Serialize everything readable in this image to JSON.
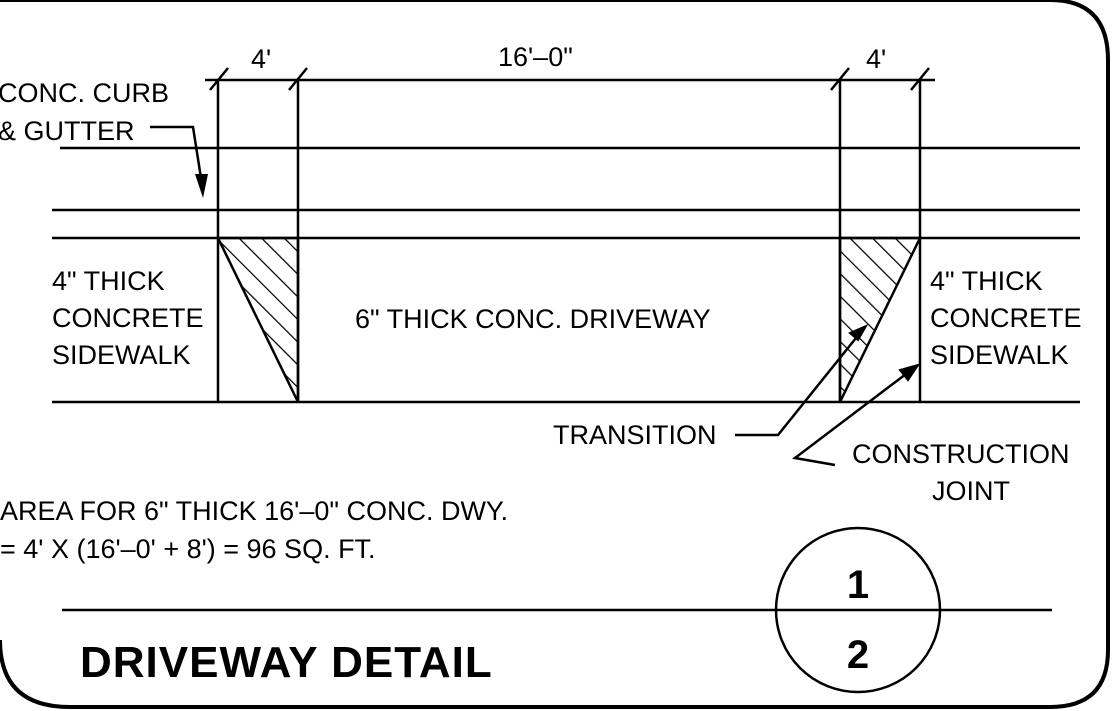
{
  "dimensions": {
    "left_width": "4'",
    "driveway_width": "16'–0\"",
    "right_width": "4'"
  },
  "labels": {
    "curb_line1": "CONC. CURB",
    "curb_line2": "& GUTTER",
    "left_sidewalk_line1": "4\" THICK",
    "left_sidewalk_line2": "CONCRETE",
    "left_sidewalk_line3": "SIDEWALK",
    "driveway": "6\" THICK CONC. DRIVEWAY",
    "right_sidewalk_line1": "4\" THICK",
    "right_sidewalk_line2": "CONCRETE",
    "right_sidewalk_line3": "SIDEWALK",
    "transition": "TRANSITION",
    "joint_line1": "CONSTRUCTION",
    "joint_line2": "JOINT"
  },
  "area_note": {
    "line1": "AREA FOR 6\" THICK 16'–0\" CONC. DWY.",
    "line2": "= 4' X (16'–0' + 8') = 96 SQ. FT."
  },
  "title": "DRIVEWAY DETAIL",
  "detail_bubble": {
    "detail_number": "1",
    "sheet_number": "2"
  }
}
